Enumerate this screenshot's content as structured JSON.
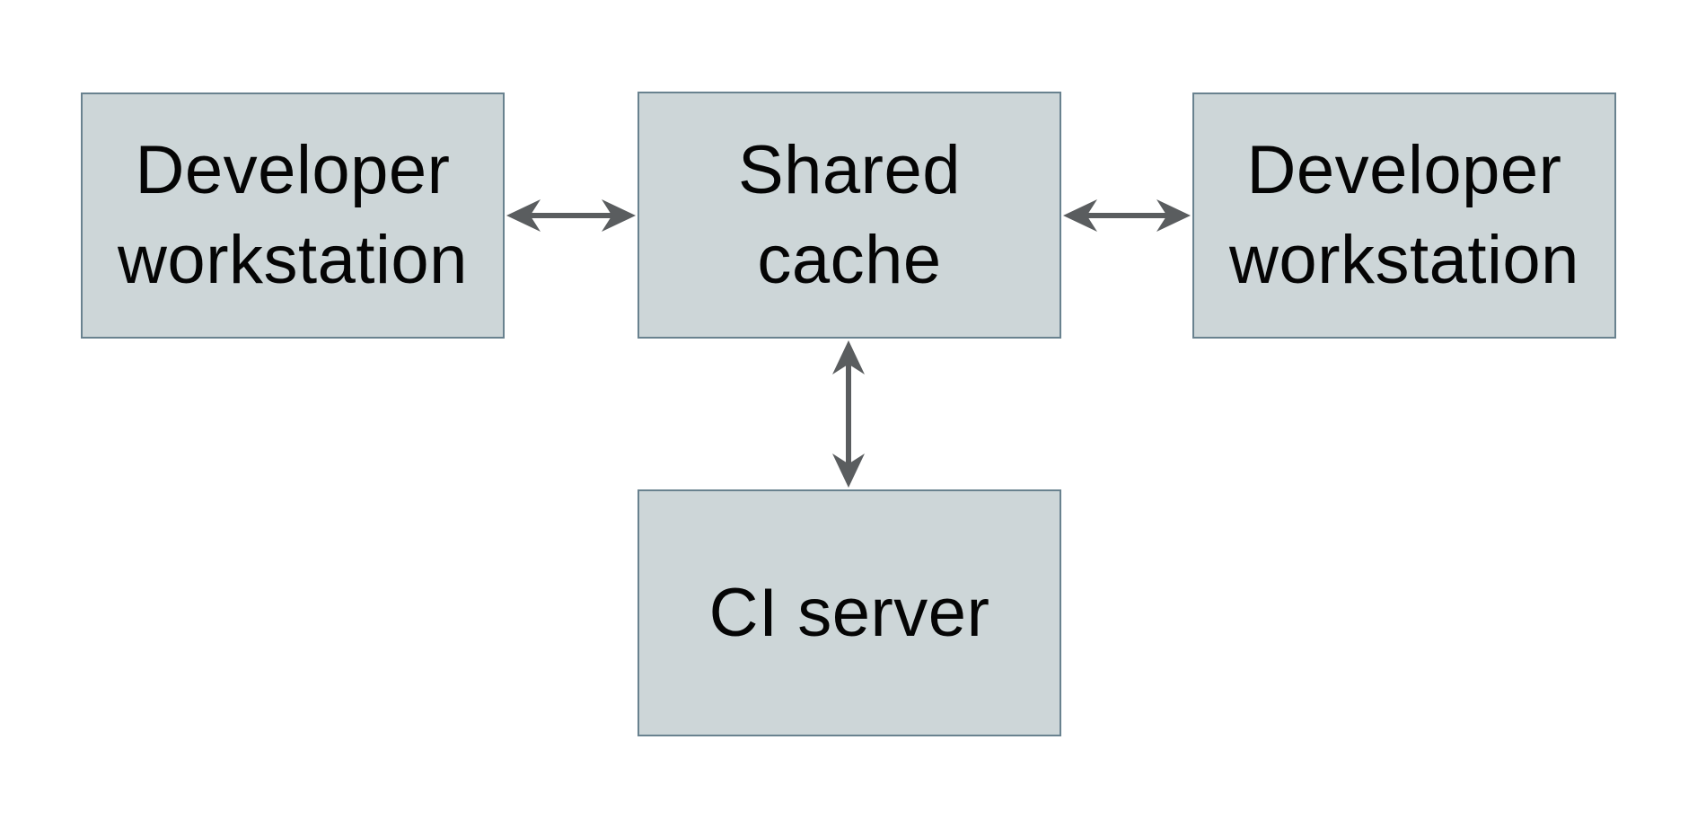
{
  "title": "Shared cache topology diagram",
  "colors": {
    "background": "#ffffff",
    "node_fill": "#cdd6d8",
    "node_border": "#69828f",
    "arrow": "#5a5d5f",
    "text": "#050505"
  },
  "nodes": {
    "dev_left": {
      "label": "Developer workstation",
      "line1": "Developer",
      "line2": "workstation"
    },
    "shared_cache": {
      "label": "Shared cache",
      "line1": "Shared",
      "line2": "cache"
    },
    "dev_right": {
      "label": "Developer workstation",
      "line1": "Developer",
      "line2": "workstation"
    },
    "ci_server": {
      "label": "CI server",
      "line1": "CI server"
    }
  },
  "edges": [
    {
      "from": "Developer workstation (left)",
      "to": "Shared cache",
      "type": "bidirectional",
      "orientation": "horizontal"
    },
    {
      "from": "Shared cache",
      "to": "Developer workstation (right)",
      "type": "bidirectional",
      "orientation": "horizontal"
    },
    {
      "from": "Shared cache",
      "to": "CI server",
      "type": "bidirectional",
      "orientation": "vertical"
    }
  ]
}
